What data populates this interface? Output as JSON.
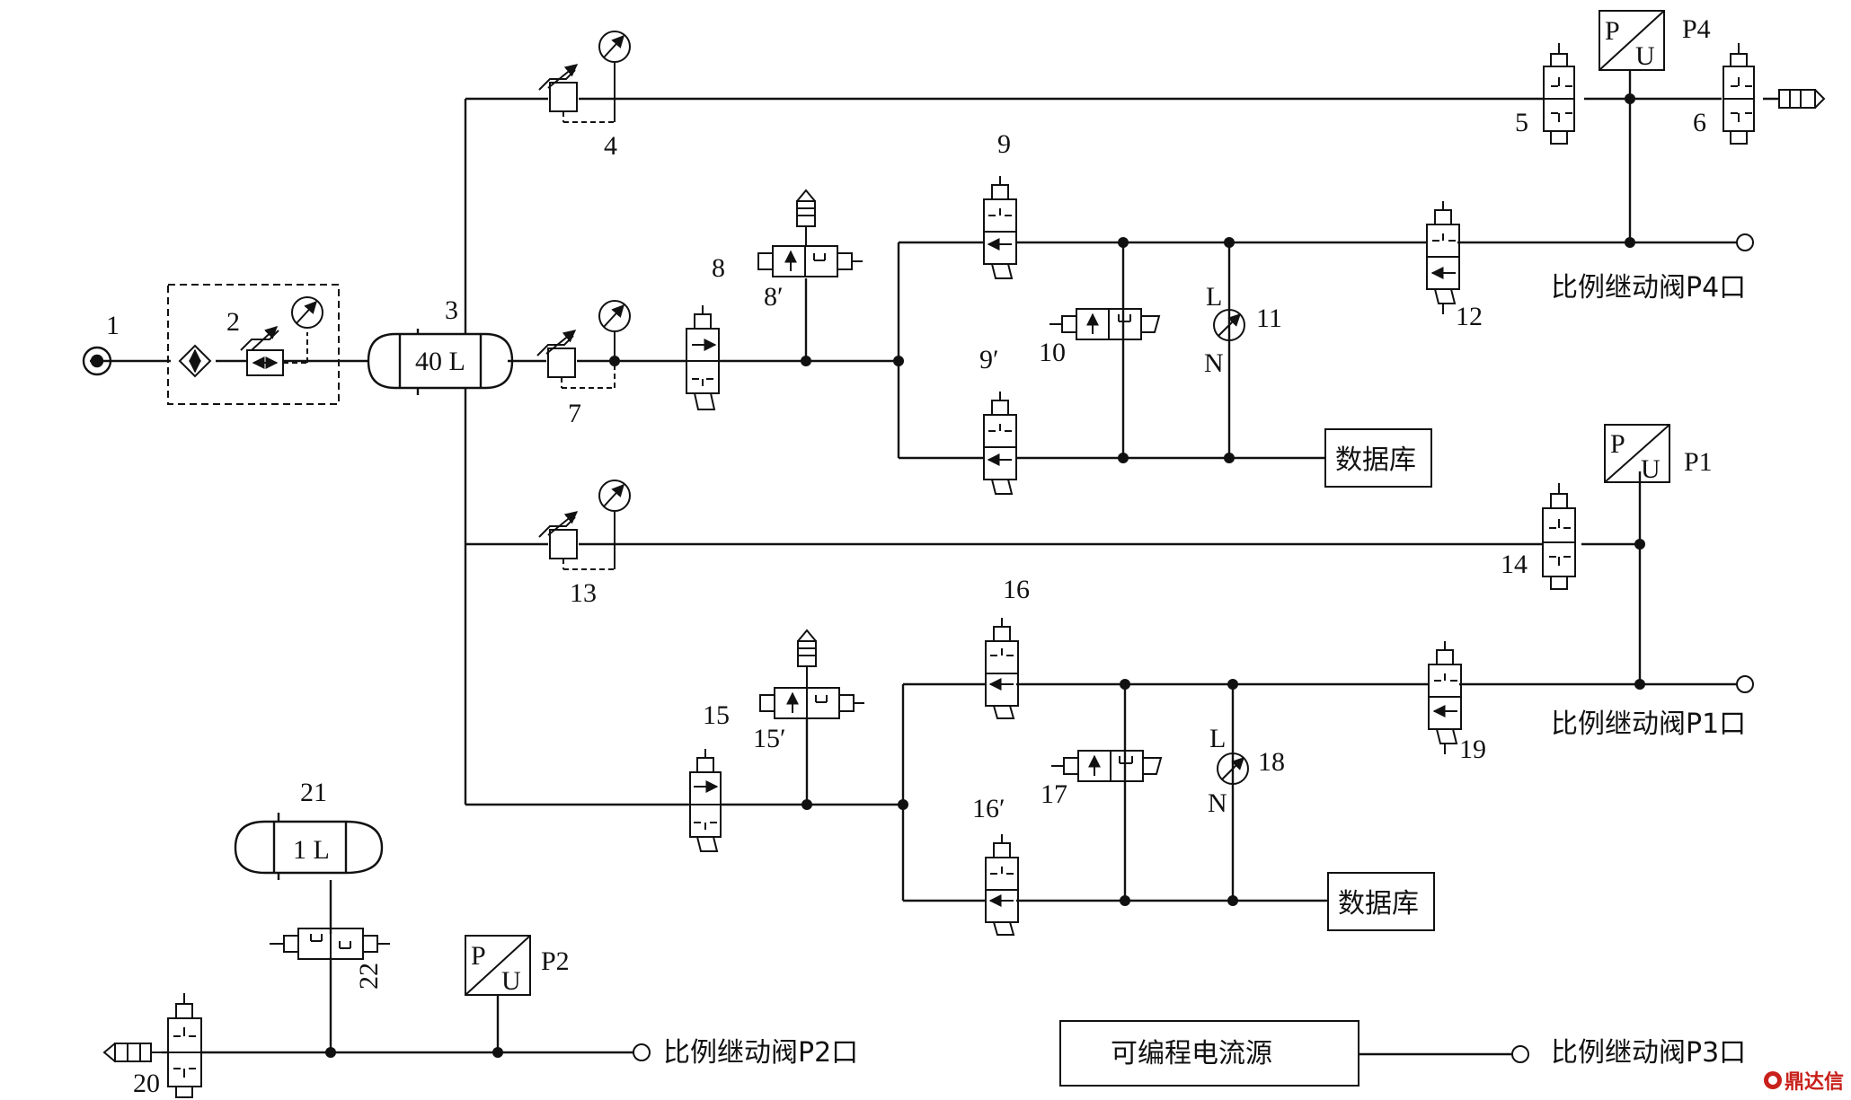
{
  "labels": {
    "n1": "1",
    "n2": "2",
    "n3": "3",
    "n4": "4",
    "n5": "5",
    "n6": "6",
    "n7": "7",
    "n8": "8",
    "n8p": "8′",
    "n9": "9",
    "n9p": "9′",
    "n10": "10",
    "n11": "11",
    "n12": "12",
    "n13": "13",
    "n14": "14",
    "n15": "15",
    "n15p": "15′",
    "n16": "16",
    "n16p": "16′",
    "n17": "17",
    "n18": "18",
    "n19": "19",
    "n20": "20",
    "n21": "21",
    "n22": "22"
  },
  "tanks": {
    "main": "40 L",
    "small": "1 L"
  },
  "transducers": {
    "p": "P",
    "u": "U",
    "p1": "P1",
    "p2": "P2",
    "p4": "P4"
  },
  "meters": {
    "l": "L",
    "n": "N"
  },
  "database": "数据库",
  "current_source": "可编程电流源",
  "ports": {
    "p1": "比例继动阀P1口",
    "p2": "比例继动阀P2口",
    "p3": "比例继动阀P3口",
    "p4": "比例继动阀P4口"
  },
  "watermark": "鼎达信",
  "colors": {
    "line": "#111111",
    "watermark": "#c8201a"
  }
}
